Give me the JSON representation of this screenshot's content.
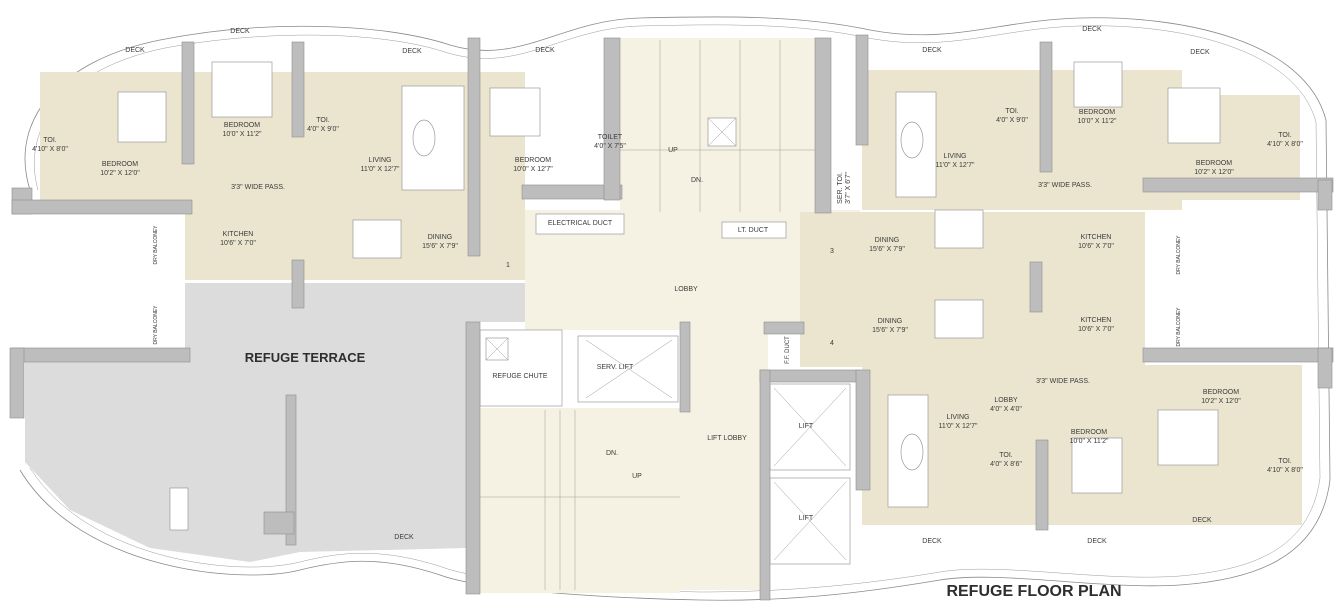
{
  "title": "REFUGE FLOOR PLAN",
  "refuge_terrace": "REFUGE TERRACE",
  "colors": {
    "floor": "#ebe5d0",
    "lobby": "#f6f2e3",
    "terrace": "#dcdcdc",
    "wall": "#bdbdbd"
  },
  "left_unit": {
    "decks": [
      "DECK",
      "DECK",
      "DECK",
      "DECK"
    ],
    "toi_1": {
      "name": "TOI.",
      "size": "4'10\" X 8'0\""
    },
    "bedroom_1": {
      "name": "BEDROOM",
      "size": "10'2\" X 12'0\""
    },
    "bedroom_2": {
      "name": "BEDROOM",
      "size": "10'0\" X 11'2\""
    },
    "toi_2": {
      "name": "TOI.",
      "size": "4'0\" X 9'0\""
    },
    "living": {
      "name": "LIVING",
      "size": "11'0\" X 12'7\""
    },
    "bedroom_3": {
      "name": "BEDROOM",
      "size": "10'0\" X 12'7\""
    },
    "toilet": {
      "name": "TOILET",
      "size": "4'0\" X 7'5\""
    },
    "passage": "3'3\" WIDE PASS.",
    "kitchen": {
      "name": "KITCHEN",
      "size": "10'6\" X 7'0\""
    },
    "dining": {
      "name": "DINING",
      "size": "15'6\" X 7'9\""
    },
    "dry_balcony": [
      "DRY BALCONEY",
      "DRY BALCONEY"
    ],
    "unit_no": "1"
  },
  "core": {
    "electrical_duct": "ELECTRICAL DUCT",
    "stair_up": "UP",
    "stair_dn": "DN.",
    "ser_toi": {
      "name": "SER. TOI.",
      "size": "3'7\" X 6'7\""
    },
    "lt_duct": "LT. DUCT",
    "lobby": "LOBBY",
    "ff_duct": "F.F. DUCT",
    "refuge_chute": "REFUGE CHUTE",
    "serv_lift": "SERV. LIFT",
    "lift_lobby": "LIFT LOBBY",
    "lifts": [
      "LIFT",
      "LIFT"
    ],
    "lower_stair_dn": "DN.",
    "lower_stair_up": "UP",
    "deck": "DECK"
  },
  "right_top_unit": {
    "decks": [
      "DECK",
      "DECK",
      "DECK"
    ],
    "living": {
      "name": "LIVING",
      "size": "11'0\" X 12'7\""
    },
    "toi_1": {
      "name": "TOI.",
      "size": "4'0\" X 9'0\""
    },
    "bedroom_1": {
      "name": "BEDROOM",
      "size": "10'0\" X 11'2\""
    },
    "bedroom_2": {
      "name": "BEDROOM",
      "size": "10'2\" X 12'0\""
    },
    "toi_2": {
      "name": "TOI.",
      "size": "4'10\" X 8'0\""
    },
    "passage": "3'3\" WIDE PASS.",
    "dining": {
      "name": "DINING",
      "size": "15'6\" X 7'9\""
    },
    "kitchen": {
      "name": "KITCHEN",
      "size": "10'6\" X 7'0\""
    },
    "dry_balcony": "DRY BALCONEY",
    "unit_no": "3"
  },
  "right_bottom_unit": {
    "dining": {
      "name": "DINING",
      "size": "15'6\" X 7'9\""
    },
    "kitchen": {
      "name": "KITCHEN",
      "size": "10'6\" X 7'0\""
    },
    "dry_balcony": "DRY BALCONEY",
    "passage": "3'3\" WIDE PASS.",
    "lobby": {
      "name": "LOBBY",
      "size": "4'0\" X 4'0\""
    },
    "living": {
      "name": "LIVING",
      "size": "11'0\" X 12'7\""
    },
    "bedroom_1": {
      "name": "BEDROOM",
      "size": "10'0\" X 11'2\""
    },
    "bedroom_2": {
      "name": "BEDROOM",
      "size": "10'2\" X 12'0\""
    },
    "toi_1": {
      "name": "TOI.",
      "size": "4'0\" X 8'6\""
    },
    "toi_2": {
      "name": "TOI.",
      "size": "4'10\" X 8'0\""
    },
    "decks": [
      "DECK",
      "DECK",
      "DECK"
    ],
    "unit_no": "4"
  }
}
